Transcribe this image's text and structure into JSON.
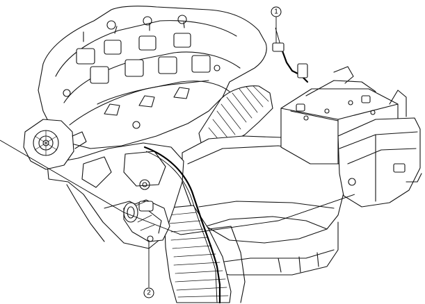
{
  "callouts": [
    {
      "number": "1",
      "target": "terminal-connector"
    },
    {
      "number": "2",
      "target": "starter-motor"
    }
  ]
}
